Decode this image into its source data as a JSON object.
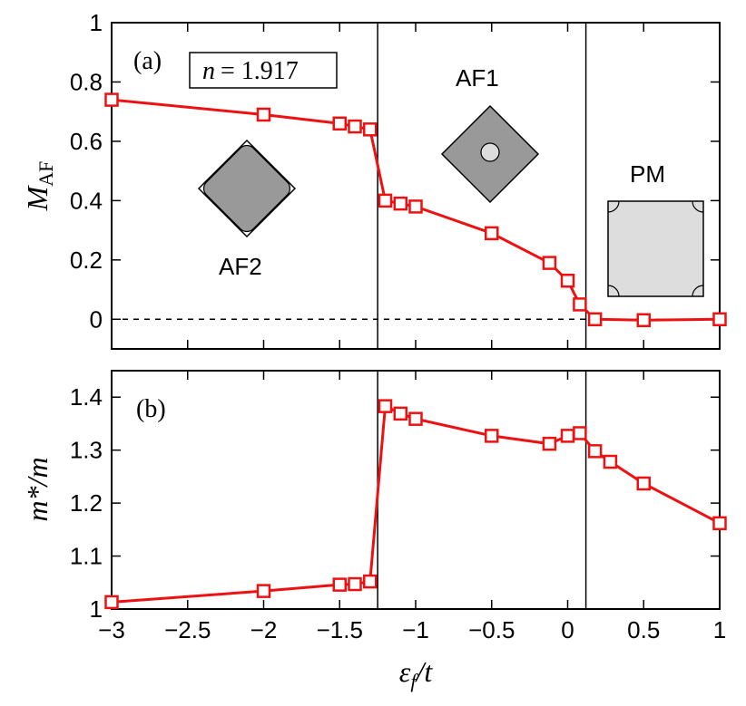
{
  "chart_data": [
    {
      "panel": "(a)",
      "type": "line",
      "ylabel_main": "M",
      "ylabel_sub": "AF",
      "ylim": [
        -0.1,
        1.0
      ],
      "yticks": [
        "0",
        "0.2",
        "0.4",
        "0.6",
        "0.8",
        "1"
      ],
      "xlim": [
        -3,
        1
      ],
      "color": "#ee1111",
      "marker": "open-square",
      "x": [
        -3,
        -2,
        -1.5,
        -1.4,
        -1.3,
        -1.2,
        -1.1,
        -1.0,
        -0.5,
        -0.12,
        0,
        0.08,
        0.18,
        0.5,
        1.0
      ],
      "y": [
        0.74,
        0.69,
        0.66,
        0.65,
        0.64,
        0.4,
        0.39,
        0.38,
        0.29,
        0.19,
        0.13,
        0.05,
        0.0,
        -0.003,
        0.0
      ],
      "reference_line": {
        "y": 0,
        "style": "dashed"
      },
      "vlines": [
        -1.25,
        0.12
      ],
      "regions": [
        "AF2",
        "AF1",
        "PM"
      ],
      "annotation": "n = 1.917",
      "annotation_symbol": "n",
      "annotation_value": "= 1.917"
    },
    {
      "panel": "(b)",
      "type": "line",
      "ylabel": "m*/m",
      "ylim": [
        1.0,
        1.45
      ],
      "yticks": [
        "1",
        "1.1",
        "1.2",
        "1.3",
        "1.4"
      ],
      "xlim": [
        -3,
        1
      ],
      "xticks": [
        "−3",
        "−2.5",
        "−2",
        "−1.5",
        "−1",
        "−0.5",
        "0",
        "0.5",
        "1"
      ],
      "xlabel_main": "ε",
      "xlabel_sub": "f",
      "xlabel_tail": "/t",
      "color": "#ee1111",
      "marker": "open-square",
      "x": [
        -3,
        -2,
        -1.5,
        -1.4,
        -1.3,
        -1.2,
        -1.1,
        -1.0,
        -0.5,
        -0.12,
        0,
        0.08,
        0.18,
        0.28,
        0.5,
        1.0
      ],
      "y": [
        1.013,
        1.034,
        1.046,
        1.047,
        1.052,
        1.383,
        1.369,
        1.359,
        1.327,
        1.312,
        1.327,
        1.332,
        1.298,
        1.278,
        1.237,
        1.162
      ],
      "vlines": [
        -1.25,
        0.12
      ]
    }
  ]
}
